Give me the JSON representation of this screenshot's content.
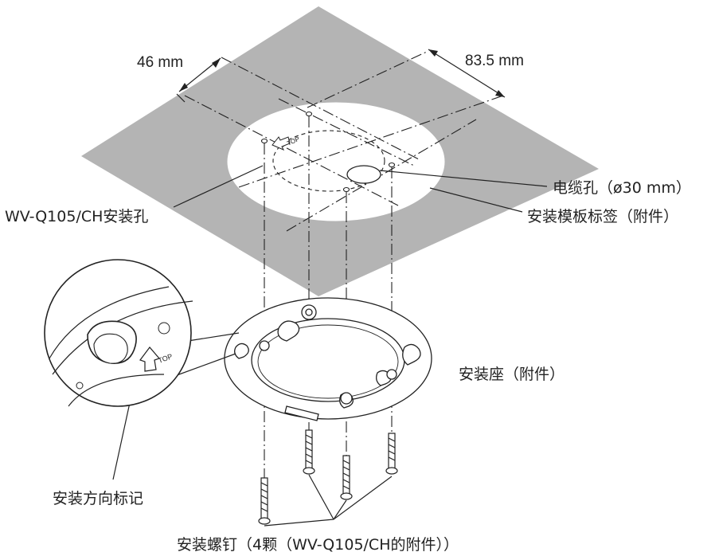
{
  "dimensions": {
    "left": "46 mm",
    "right": "83.5 mm"
  },
  "labels": {
    "cable_hole": "电缆孔（ø30 mm）",
    "template_label": "安装模板标签（附件）",
    "mount_holes": "WV-Q105/CH安装孔",
    "mount_base": "安装座（附件）",
    "direction_mark": "安装方向标记",
    "screws": "安装螺钉（4颗（WV-Q105/CH的附件））"
  },
  "markings": {
    "top": "TOP"
  },
  "colors": {
    "ceiling": "#b4b4b4",
    "line": "#222222",
    "background": "#ffffff"
  }
}
